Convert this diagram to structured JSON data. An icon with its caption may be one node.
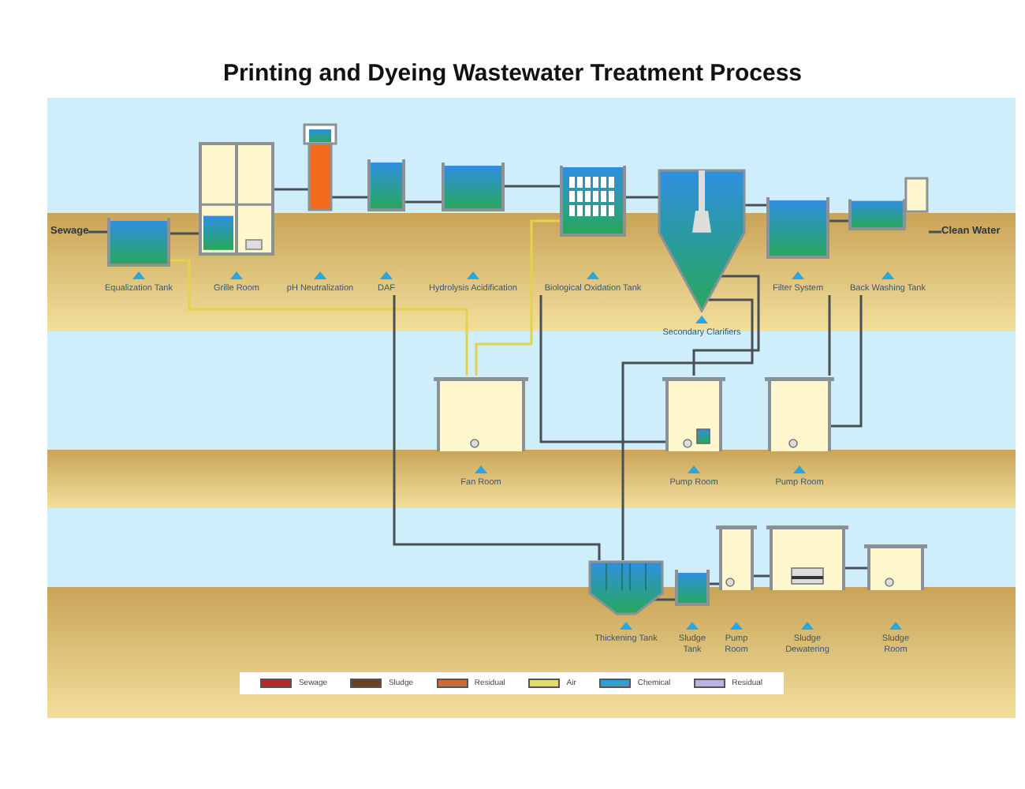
{
  "diagram": {
    "title": "Printing and Dyeing Wastewater Treatment Process",
    "nodes": [
      {
        "text": [
          "Sewage"
        ]
      },
      {
        "text": [
          "Equalization Tank"
        ]
      },
      {
        "text": [
          "Grille Room"
        ]
      },
      {
        "text": [
          "pH Neutralization"
        ]
      },
      {
        "text": [
          "DAF"
        ]
      },
      {
        "text": [
          "Hydrolysis Acidification"
        ]
      },
      {
        "text": [
          "Biological Oxidation Tank"
        ]
      },
      {
        "text": [
          "Secondary Clarifiers"
        ]
      },
      {
        "text": [
          "Filter System"
        ]
      },
      {
        "text": [
          "Back Washing Tank"
        ]
      },
      {
        "text": [
          "Clean Water"
        ]
      },
      {
        "text": [
          "Fan Room"
        ]
      },
      {
        "text": [
          "Pump Room"
        ]
      },
      {
        "text": [
          "Pump Room"
        ]
      },
      {
        "text": [
          "Thickening Tank"
        ]
      },
      {
        "text": [
          "Sludge Tank"
        ]
      },
      {
        "text": [
          "Pump Room"
        ]
      },
      {
        "text": [
          "Sludge Dewatering"
        ]
      },
      {
        "text": [
          "Sludge Room"
        ]
      }
    ],
    "edges": [
      {
        "from": 0,
        "to": 1,
        "arrow": "none"
      },
      {
        "from": 1,
        "to": 2,
        "arrow": "none"
      },
      {
        "from": 2,
        "to": 3,
        "arrow": "none"
      },
      {
        "from": 3,
        "to": 4,
        "arrow": "none"
      },
      {
        "from": 4,
        "to": 5,
        "arrow": "none"
      },
      {
        "from": 5,
        "to": 6,
        "arrow": "none"
      },
      {
        "from": 6,
        "to": 7,
        "arrow": "none"
      },
      {
        "from": 7,
        "to": 8,
        "arrow": "none"
      },
      {
        "from": 8,
        "to": 9,
        "arrow": "none"
      },
      {
        "from": 9,
        "to": 10,
        "arrow": "none"
      },
      {
        "from": 11,
        "to": 6,
        "arrow": "none",
        "color": "#e6d24a"
      },
      {
        "from": 11,
        "to": 1,
        "arrow": "none",
        "color": "#e6d24a"
      },
      {
        "from": 7,
        "to": 12,
        "arrow": "none"
      },
      {
        "from": 12,
        "to": 6,
        "arrow": "none"
      },
      {
        "from": 9,
        "to": 13,
        "arrow": "none"
      },
      {
        "from": 13,
        "to": 8,
        "arrow": "none"
      },
      {
        "from": 7,
        "to": 14,
        "arrow": "none"
      },
      {
        "from": 4,
        "to": 14,
        "arrow": "none"
      },
      {
        "from": 14,
        "to": 15,
        "arrow": "none"
      },
      {
        "from": 15,
        "to": 16,
        "arrow": "none"
      },
      {
        "from": 16,
        "to": 17,
        "arrow": "none"
      },
      {
        "from": 17,
        "to": 18,
        "arrow": "none"
      }
    ],
    "legend": [
      {
        "text": "Sewage",
        "color": "#b5282e"
      },
      {
        "text": "Sludge",
        "color": "#6b3f1f"
      },
      {
        "text": "Residual",
        "color": "#cf6a36"
      },
      {
        "text": "Air",
        "color": "#e3dc6a"
      },
      {
        "text": "Chemical",
        "color": "#2f9fd0"
      },
      {
        "text": "Residual",
        "color": "#b9b3e3"
      }
    ]
  }
}
